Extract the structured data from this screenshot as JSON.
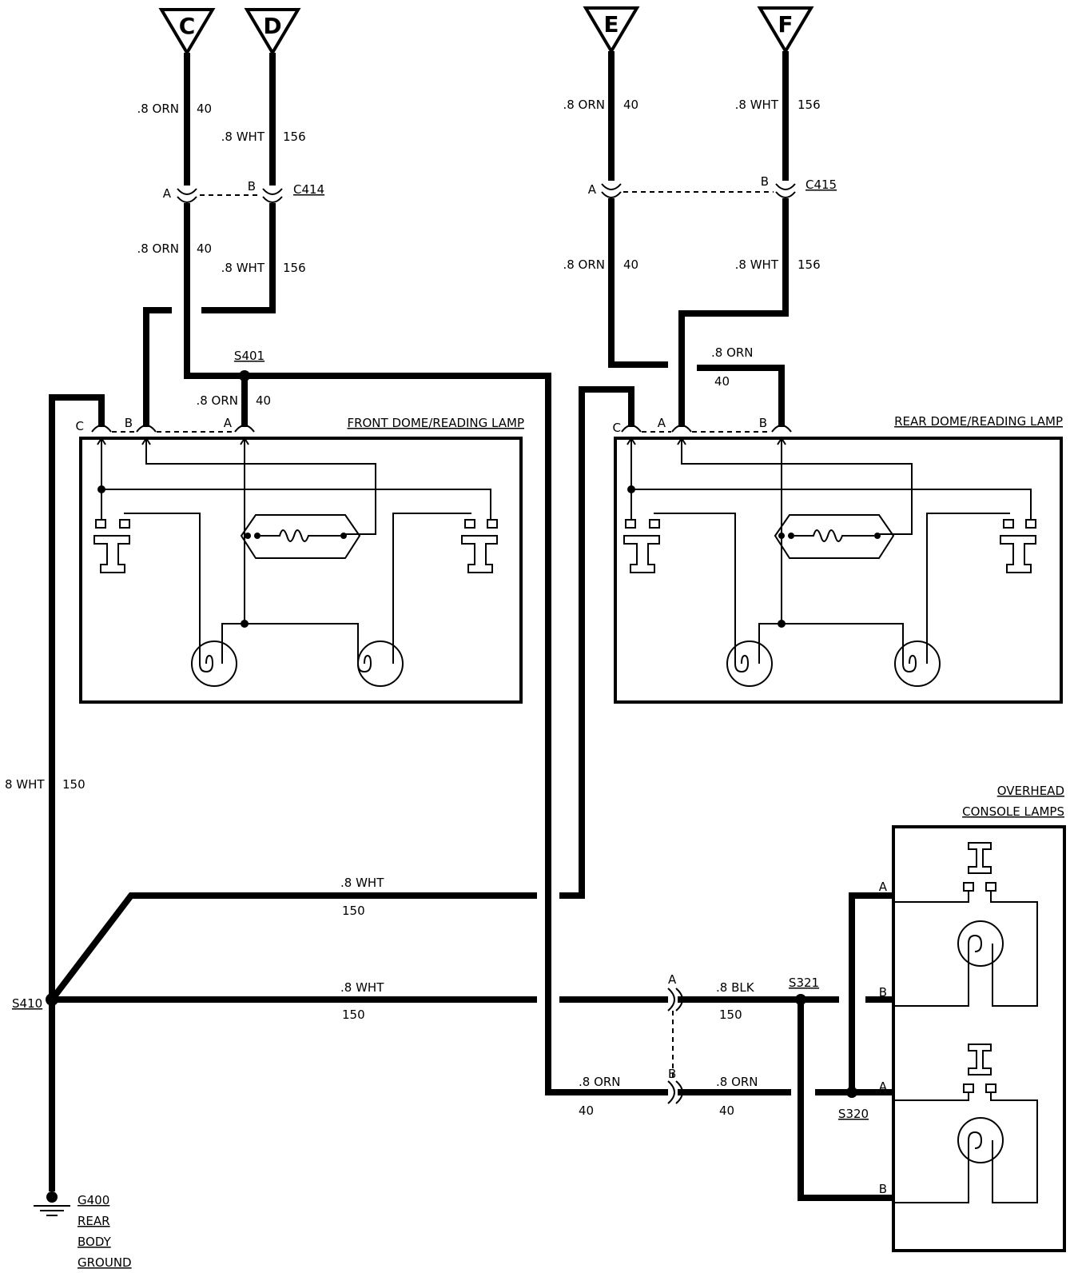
{
  "connectors": {
    "c": "C",
    "d": "D",
    "e": "E",
    "f": "F",
    "c414": "C414",
    "c415": "C415"
  },
  "pins": {
    "a": "A",
    "b": "B",
    "c": "C"
  },
  "splices": {
    "s401": "S401",
    "s410": "S410",
    "s321": "S321",
    "s320": "S320"
  },
  "ground": {
    "id": "G400",
    "line1": "REAR",
    "line2": "BODY",
    "line3": "GROUND"
  },
  "components": {
    "front_lamp": "FRONT DOME/READING LAMP",
    "rear_lamp": "REAR DOME/READING LAMP",
    "overhead_1": "OVERHEAD",
    "overhead_2": "CONSOLE LAMPS"
  },
  "wires": {
    "orn": ".8 ORN",
    "wht": ".8 WHT",
    "blk": ".8 BLK",
    "wht_left": "8 WHT",
    "c40": "40",
    "c156": "156",
    "c150": "150"
  }
}
